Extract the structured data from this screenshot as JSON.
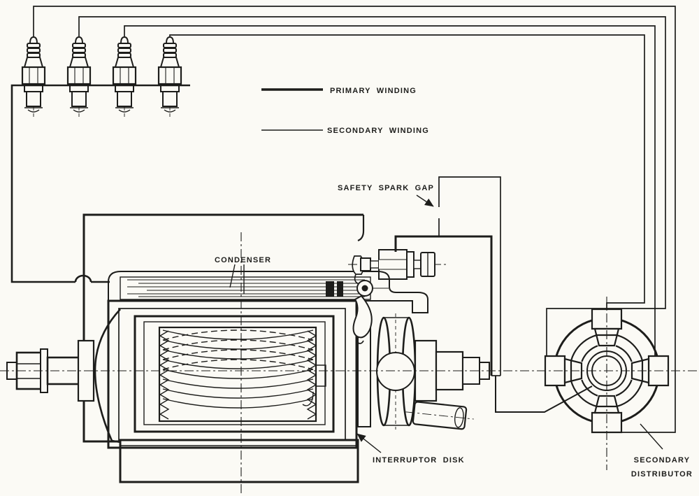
{
  "legend": {
    "items": [
      {
        "label": "PRIMARY WINDING",
        "line_style": "thick"
      },
      {
        "label": "SECONDARY WINDING",
        "line_style": "thin"
      }
    ]
  },
  "labels": {
    "condenser": "CONDENSER",
    "safety_spark_gap": "SAFETY SPARK GAP",
    "interruptor_disk": "INTERRUPTOR DISK",
    "secondary_distributor_line1": "SECONDARY",
    "secondary_distributor_line2": "DISTRIBUTOR"
  },
  "colors": {
    "ink": "#1d1d1b",
    "paper": "#fbfaf5"
  }
}
